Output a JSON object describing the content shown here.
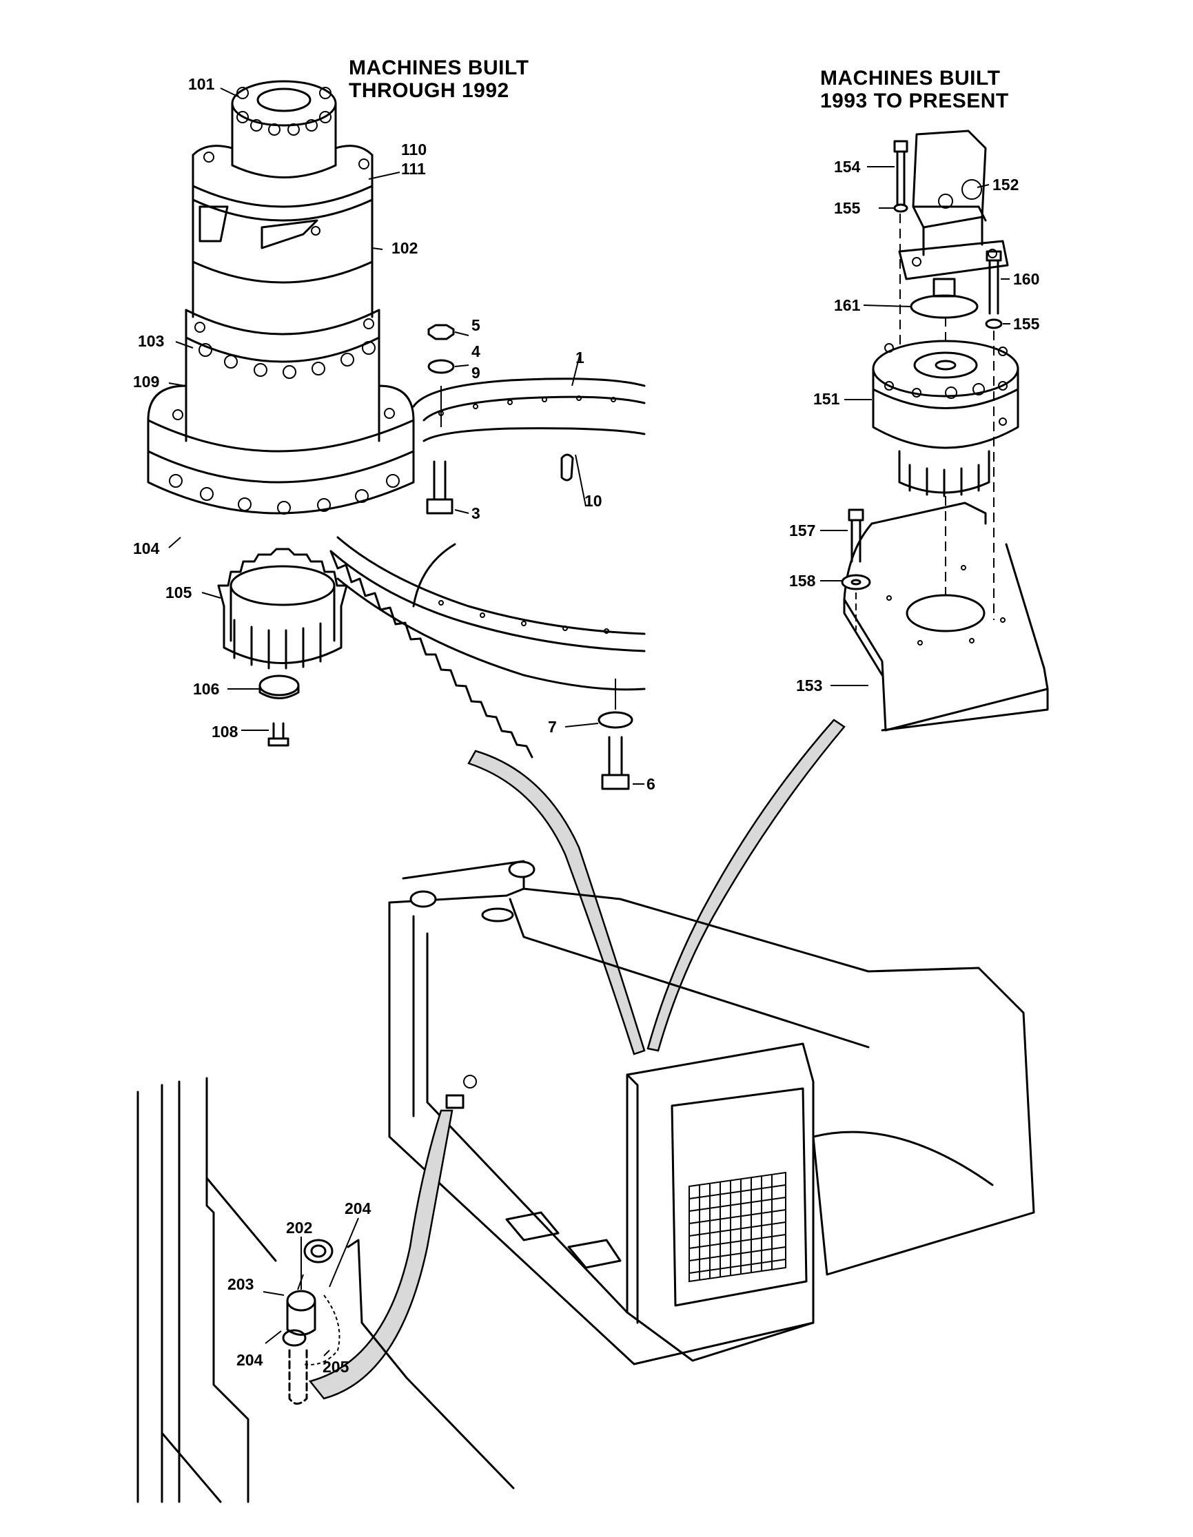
{
  "headings": {
    "left": [
      "MACHINES BUILT",
      "THROUGH 1992"
    ],
    "right": [
      "MACHINES BUILT",
      "1993 TO PRESENT"
    ]
  },
  "callouts": {
    "c101": "101",
    "c110": "110",
    "c111": "111",
    "c102": "102",
    "c103": "103",
    "c109": "109",
    "c104": "104",
    "c105": "105",
    "c106": "106",
    "c108": "108",
    "c5": "5",
    "c4": "4",
    "c9": "9",
    "c1": "1",
    "c10": "10",
    "c3": "3",
    "c7": "7",
    "c6": "6",
    "c154": "154",
    "c152": "152",
    "c155a": "155",
    "c160": "160",
    "c161": "161",
    "c155b": "155",
    "c151": "151",
    "c157": "157",
    "c158": "158",
    "c153": "153",
    "c202": "202",
    "c204a": "204",
    "c203": "203",
    "c204b": "204",
    "c205": "205"
  }
}
